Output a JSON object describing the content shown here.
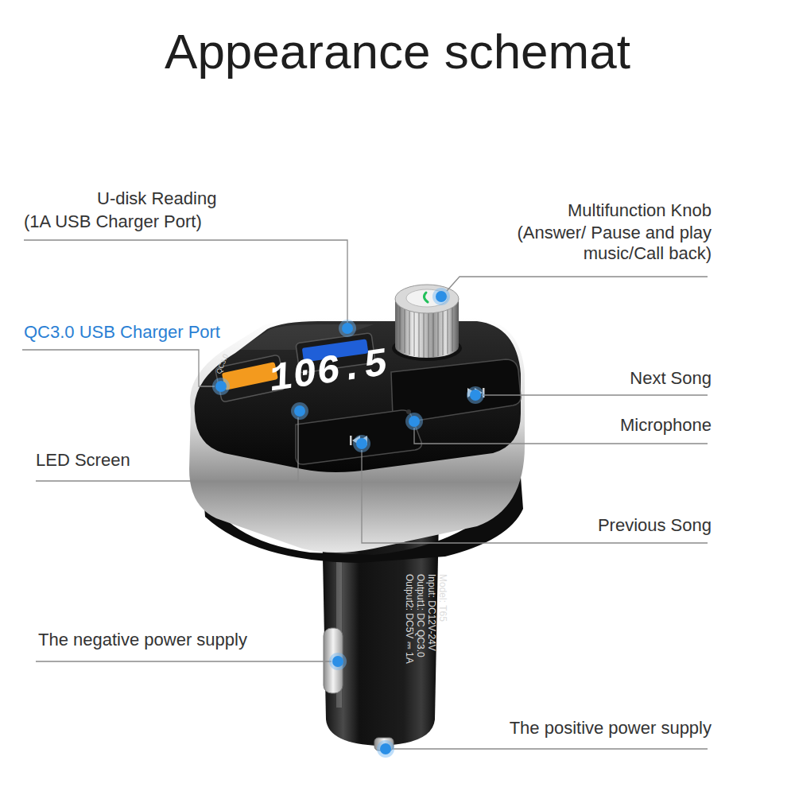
{
  "diagram": {
    "title": "Appearance schemat",
    "labels": [
      "U-disk Reading",
      "(1A USB Charger Port)",
      "QC3.0 USB Charger Port",
      "LED Screen",
      "Multifunction Knob",
      "(Answer/ Pause and play music/Call back)",
      "Next Song",
      "Microphone",
      "Previous Song",
      "The negative power supply",
      "The positive power supply",
      "106.5",
      "QC3.0",
      "Model: T65",
      "Input: DC12V-24V",
      "Output1: DC QC3.0",
      "Output2: DC5V ⎓ 1A"
    ]
  }
}
